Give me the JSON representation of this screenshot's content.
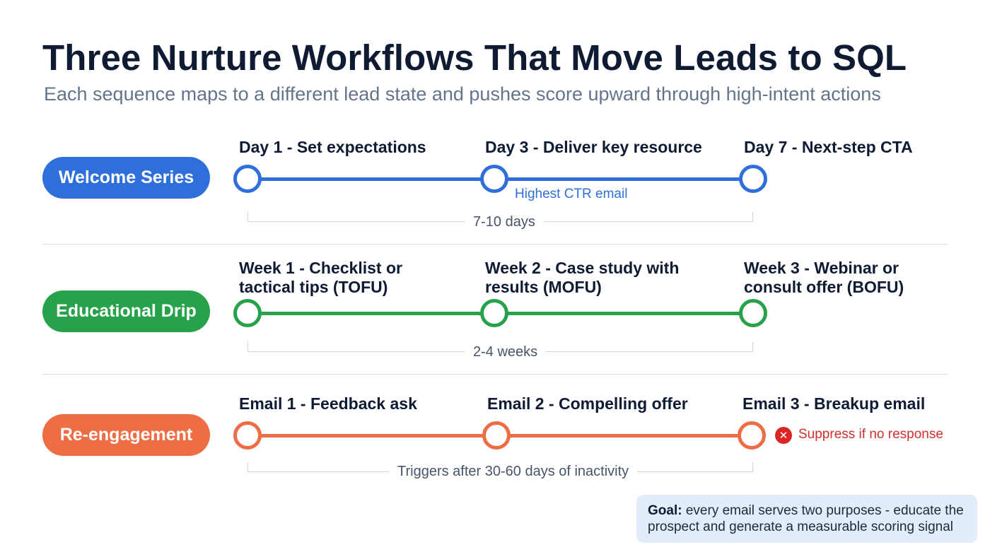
{
  "title": "Three Nurture Workflows That Move Leads to SQL",
  "subtitle": "Each sequence maps to a different lead state and pushes score upward through high-intent actions",
  "colors": {
    "welcome": "#2f6fdc",
    "educational": "#27a24a",
    "reengagement": "#ef6d45",
    "suppress": "#d32f2f"
  },
  "workflows": [
    {
      "name": "Welcome Series",
      "steps": [
        "Day 1 - Set expectations",
        "Day 3 - Deliver key resource",
        "Day 7 - Next-step CTA"
      ],
      "note": "Highest CTR email",
      "duration": "7-10 days"
    },
    {
      "name": "Educational Drip",
      "steps": [
        [
          "Week 1 - Checklist or",
          "tactical tips (TOFU)"
        ],
        [
          "Week 2 - Case study with",
          "results (MOFU)"
        ],
        [
          "Week 3 - Webinar or",
          "consult offer (BOFU)"
        ]
      ],
      "duration": "2-4 weeks"
    },
    {
      "name": "Re-engagement",
      "steps": [
        "Email 1 - Feedback ask",
        "Email 2 - Compelling offer",
        "Email 3 - Breakup email"
      ],
      "note": "Suppress if no response",
      "duration": "Triggers after 30-60 days of inactivity"
    }
  ],
  "goal": {
    "label": "Goal:",
    "text": "every email serves two purposes - educate the",
    "text2": "prospect and generate a measurable scoring signal"
  }
}
